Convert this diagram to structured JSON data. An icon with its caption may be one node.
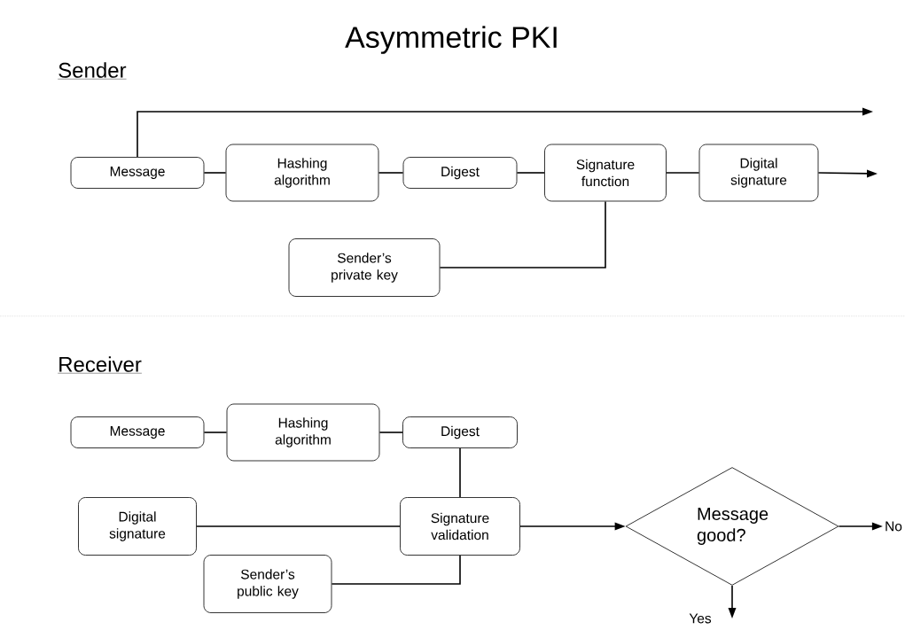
{
  "diagram": {
    "title": "Asymmetric PKI",
    "nodes": [
      {
        "text": [
          "Message"
        ]
      },
      {
        "text": [
          "Hashing algorithm"
        ]
      },
      {
        "text": [
          "Digest"
        ]
      },
      {
        "text": [
          "Signature function"
        ]
      },
      {
        "text": [
          "Digital signature"
        ]
      },
      {
        "text": [
          "Sender’s private key"
        ]
      },
      {
        "text": [
          "Message"
        ]
      },
      {
        "text": [
          "Hashing algorithm"
        ]
      },
      {
        "text": [
          "Digest"
        ]
      },
      {
        "text": [
          "Digital signature"
        ]
      },
      {
        "text": [
          "Signature validation"
        ]
      },
      {
        "text": [
          "Sender’s public key"
        ]
      },
      {
        "text": [
          "Message good?"
        ]
      },
      {
        "text": [
          "No"
        ]
      },
      {
        "text": [
          "Yes"
        ]
      }
    ],
    "edges": [
      {
        "from": 0,
        "to": null,
        "arrow": "to"
      },
      {
        "from": 0,
        "to": 1,
        "arrow": "none"
      },
      {
        "from": 1,
        "to": 2,
        "arrow": "none"
      },
      {
        "from": 2,
        "to": 3,
        "arrow": "none"
      },
      {
        "from": 3,
        "to": 4,
        "arrow": "none"
      },
      {
        "from": 4,
        "to": null,
        "arrow": "to"
      },
      {
        "from": 5,
        "to": 3,
        "arrow": "none"
      },
      {
        "from": 6,
        "to": 7,
        "arrow": "none"
      },
      {
        "from": 7,
        "to": 8,
        "arrow": "none"
      },
      {
        "from": 8,
        "to": 10,
        "arrow": "none"
      },
      {
        "from": 9,
        "to": 10,
        "arrow": "none"
      },
      {
        "from": 11,
        "to": 10,
        "arrow": "none"
      },
      {
        "from": 10,
        "to": 12,
        "arrow": "to"
      },
      {
        "from": 12,
        "to": 13,
        "arrow": "to"
      },
      {
        "from": 12,
        "to": 14,
        "arrow": "to"
      }
    ],
    "labels": [
      "Sender",
      "Receiver"
    ]
  }
}
